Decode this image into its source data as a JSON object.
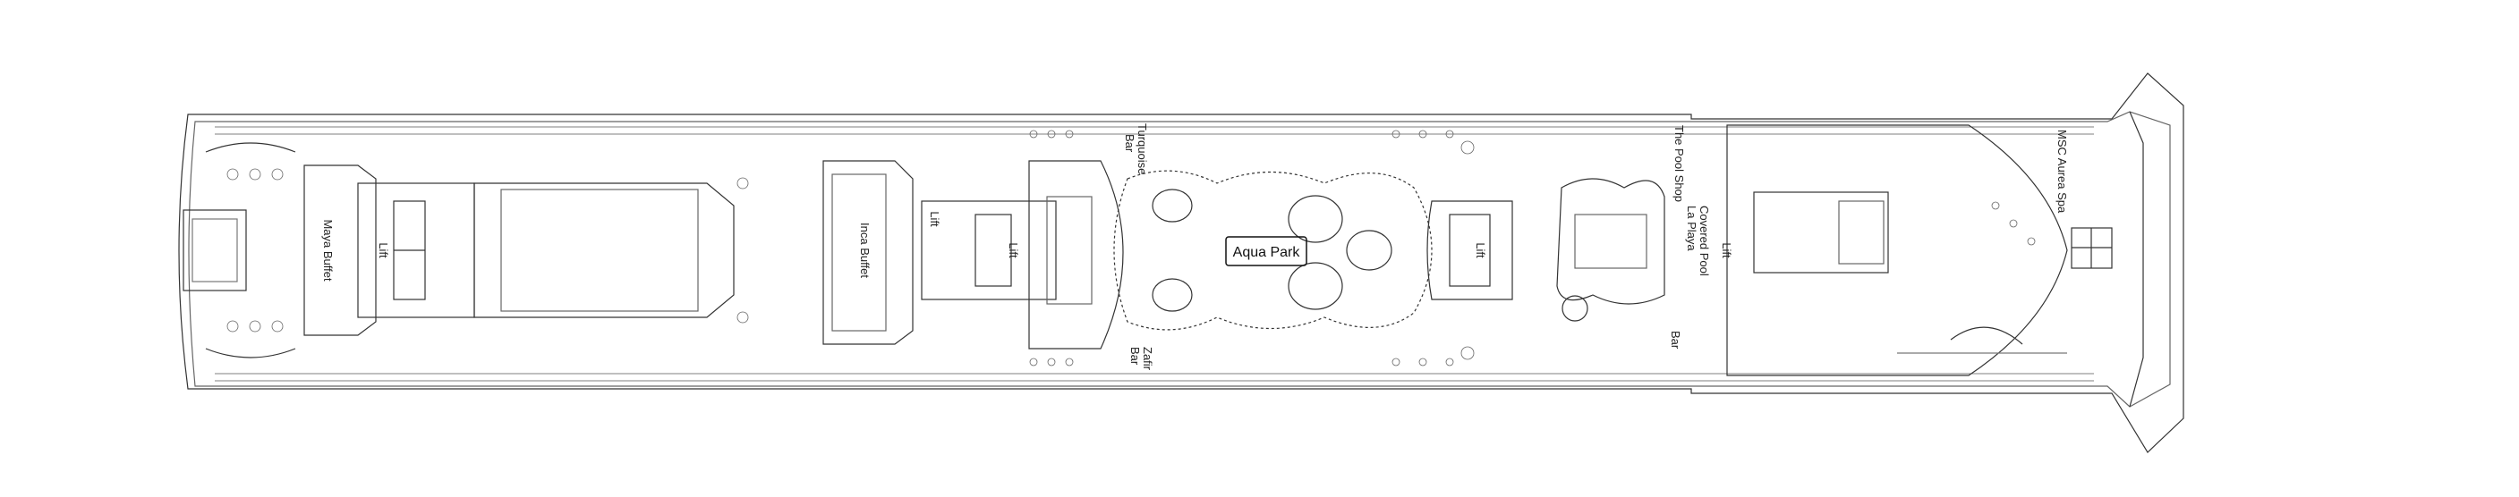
{
  "labels": {
    "maya_buffet": "Maya Buffet",
    "inca_buffet": "Inca Buffet",
    "lift": "Lift",
    "turquoise": "Turquoise",
    "turquoise_bar": "Bar",
    "zafir": "Zafir",
    "zafir_bar": "Bar",
    "aqua_park": "Aqua Park",
    "pool_shop": "The Pool Shop",
    "la_playa": "La Playa",
    "covered_pool": "Covered Pool",
    "bar": "Bar",
    "aurea_spa": "MSC Aurea Spa"
  },
  "colors": {
    "line": "#333333",
    "fill": "#ffffff"
  }
}
